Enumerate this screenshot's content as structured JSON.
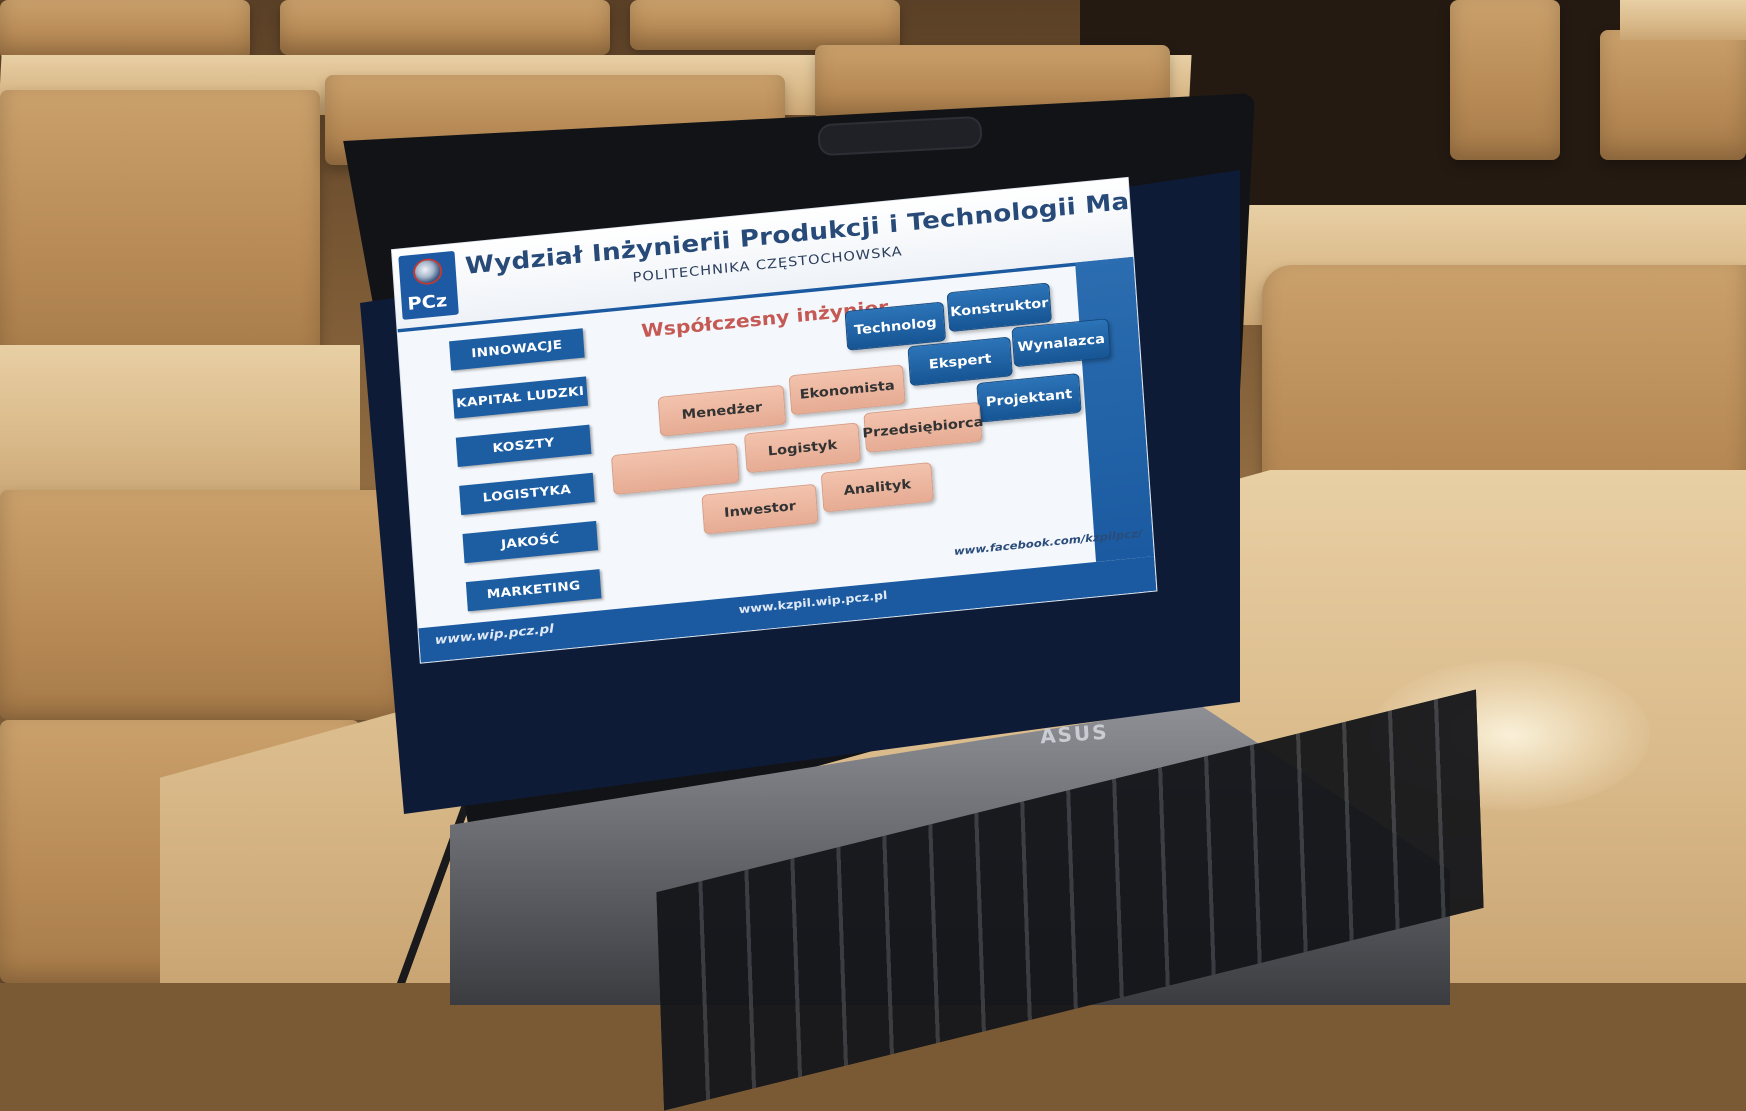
{
  "slide": {
    "title": "Wydział Inżynierii Produkcji i Technologii Materiałów",
    "subtitle": "POLITECHNIKA CZĘSTOCHOWSKA",
    "logo_text": "PCz",
    "heading": "Współczesny inżynier",
    "menu": [
      "INNOWACJE",
      "KAPITAŁ LUDZKI",
      "KOSZTY",
      "LOGISTYKA",
      "JAKOŚĆ",
      "MARKETING"
    ],
    "chips": {
      "blue": [
        "Technolog",
        "Konstruktor",
        "Ekspert",
        "Wynalazca",
        "Projektant"
      ],
      "peach": [
        "Menedżer",
        "Ekonomista",
        "",
        "Logistyk",
        "Przedsiębiorca",
        "Inwestor",
        "Analityk"
      ]
    },
    "footer_left": "www.wip.pcz.pl",
    "footer_mid": "www.kzpil.wip.pcz.pl",
    "footer_right": "www.facebook.com/kzpilpcz/"
  },
  "laptop": {
    "brand": "ASUS"
  }
}
